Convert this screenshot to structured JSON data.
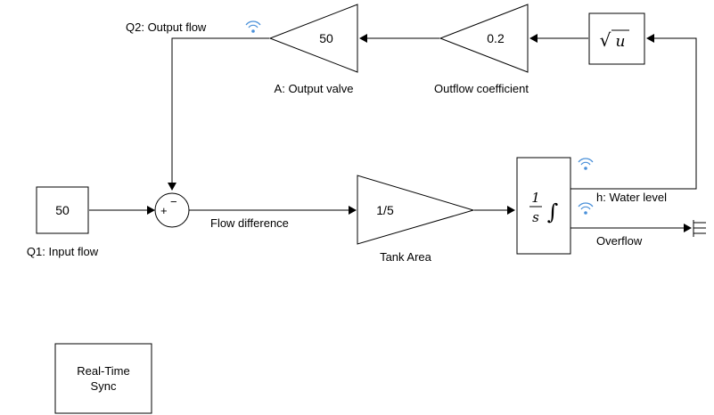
{
  "colors": {
    "line": "#000000",
    "block_fill": "#ffffff",
    "wireless_icon": "#4a90d9"
  },
  "blocks": {
    "input_flow": {
      "value": "50",
      "label": "Q1: Input flow"
    },
    "sum": {
      "plus": "+",
      "minus": "−"
    },
    "tank_area": {
      "value": "1/5",
      "label": "Tank Area"
    },
    "integrator": {
      "num": "1",
      "den": "s",
      "op": "∫"
    },
    "sqrt": {
      "radical": "√",
      "var": "u"
    },
    "outflow_coefficient": {
      "value": "0.2",
      "label": "Outflow coefficient"
    },
    "output_valve": {
      "value": "50",
      "label": "A: Output valve"
    },
    "realtime": {
      "line1": "Real-Time",
      "line2": "Sync"
    }
  },
  "signals": {
    "output_flow": "Q2: Output flow",
    "flow_difference": "Flow difference",
    "water_level": "h: Water level",
    "overflow": "Overflow"
  },
  "icons": {
    "logging": "wifi-icon",
    "terminator": "terminator-icon"
  }
}
